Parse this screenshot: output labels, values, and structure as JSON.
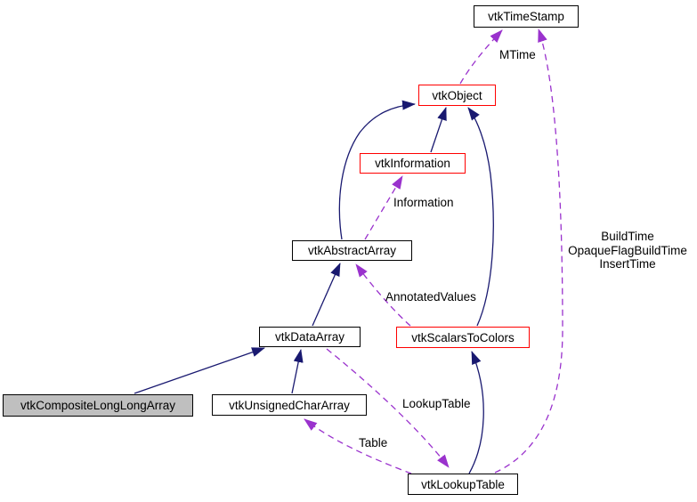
{
  "diagram": {
    "type": "class-collaboration-graph",
    "nodes": [
      {
        "id": "vtkTimeStamp",
        "label": "vtkTimeStamp",
        "style": "plain"
      },
      {
        "id": "vtkObject",
        "label": "vtkObject",
        "style": "red"
      },
      {
        "id": "vtkInformation",
        "label": "vtkInformation",
        "style": "red"
      },
      {
        "id": "vtkAbstractArray",
        "label": "vtkAbstractArray",
        "style": "plain"
      },
      {
        "id": "vtkScalarsToColors",
        "label": "vtkScalarsToColors",
        "style": "red"
      },
      {
        "id": "vtkDataArray",
        "label": "vtkDataArray",
        "style": "plain"
      },
      {
        "id": "vtkCompositeLongLongArray",
        "label": "vtkCompositeLongLongArray",
        "style": "highlighted"
      },
      {
        "id": "vtkUnsignedCharArray",
        "label": "vtkUnsignedCharArray",
        "style": "plain"
      },
      {
        "id": "vtkLookupTable",
        "label": "vtkLookupTable",
        "style": "plain"
      }
    ],
    "edges": [
      {
        "from": "vtkInformation",
        "to": "vtkObject",
        "type": "inheritance"
      },
      {
        "from": "vtkAbstractArray",
        "to": "vtkObject",
        "type": "inheritance"
      },
      {
        "from": "vtkScalarsToColors",
        "to": "vtkObject",
        "type": "inheritance"
      },
      {
        "from": "vtkDataArray",
        "to": "vtkAbstractArray",
        "type": "inheritance"
      },
      {
        "from": "vtkCompositeLongLongArray",
        "to": "vtkDataArray",
        "type": "inheritance"
      },
      {
        "from": "vtkUnsignedCharArray",
        "to": "vtkDataArray",
        "type": "inheritance"
      },
      {
        "from": "vtkLookupTable",
        "to": "vtkScalarsToColors",
        "type": "inheritance"
      },
      {
        "from": "vtkObject",
        "to": "vtkTimeStamp",
        "type": "usage",
        "label": "MTime"
      },
      {
        "from": "vtkLookupTable",
        "to": "vtkTimeStamp",
        "type": "usage",
        "label": "BuildTime OpaqueFlagBuildTime InsertTime"
      },
      {
        "from": "vtkAbstractArray",
        "to": "vtkInformation",
        "type": "usage",
        "label": "Information"
      },
      {
        "from": "vtkScalarsToColors",
        "to": "vtkAbstractArray",
        "type": "usage",
        "label": "AnnotatedValues"
      },
      {
        "from": "vtkDataArray",
        "to": "vtkLookupTable",
        "type": "usage",
        "label": "LookupTable"
      },
      {
        "from": "vtkLookupTable",
        "to": "vtkUnsignedCharArray",
        "type": "usage",
        "label": "Table"
      }
    ],
    "edge_labels": {
      "mtime": "MTime",
      "information": "Information",
      "annotated_values": "AnnotatedValues",
      "lookup_table": "LookupTable",
      "table": "Table",
      "timestamp_lines": [
        "BuildTime",
        "OpaqueFlagBuildTime",
        "InsertTime"
      ]
    },
    "colors": {
      "inheritance_edge": "#191970",
      "usage_edge": "#9a32cd",
      "linked_node_border": "#ff0000",
      "node_border": "#000000",
      "highlight_fill": "#bfbfbf",
      "background": "#ffffff"
    }
  }
}
